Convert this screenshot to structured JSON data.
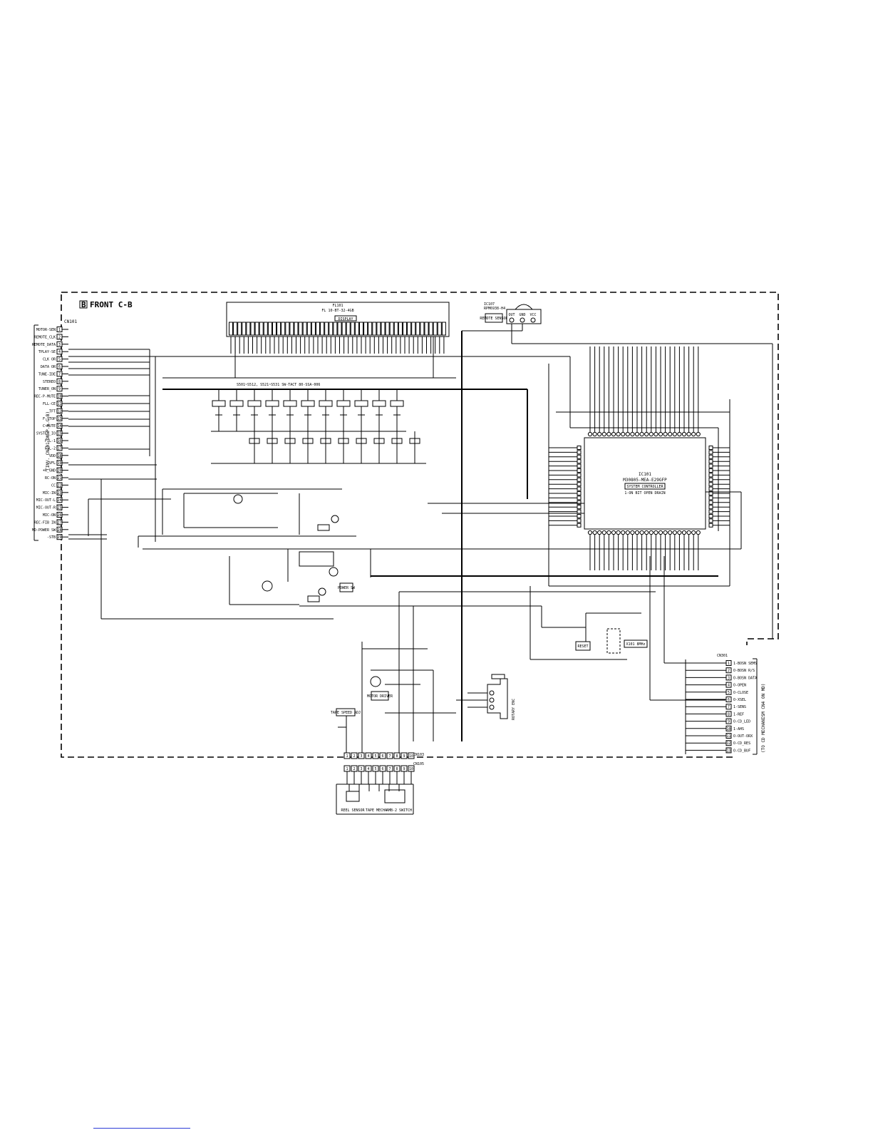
{
  "board": {
    "badge": "B",
    "title": "FRONT C-B",
    "border_color": "#000000",
    "link_color": "#2b3bd6"
  },
  "cn_left": {
    "ref": "CN101",
    "side_label": "(INV. CN101 ON P.S.C.B)",
    "pins": [
      "MOTOR-SEN",
      "REMOTE_CLK",
      "REMOTE_DATA",
      "TPLAY-SE",
      "CLK OR",
      "DATA OR",
      "TUNE-IDE",
      "STEREO",
      "TUNER_ON",
      "REC-P-MUTE",
      "FLL-CE",
      "TFT",
      "F-STOP",
      "C-MUTE",
      "SYSTEM_IO",
      "FIL-1",
      "FIL-2",
      "VDD",
      "-VFL",
      "+R_GND",
      "RC-ON",
      "CC",
      "MIC-IN",
      "MIC-OUT-L",
      "MIC-OUT-R",
      "MIC-ON",
      "REC-FIB IN",
      "MD-POWER SW",
      "-STB"
    ]
  },
  "fl_tube": {
    "ref": "FL101",
    "part": "FL 10-BT-32-4GB",
    "tag": "DISPLAY"
  },
  "remote": {
    "ref": "IC107",
    "part": "RPM6938-H4",
    "tag": "REMOTE SENSOR",
    "pins": [
      "OUT",
      "GND",
      "VCC"
    ]
  },
  "switch_bank": {
    "note": "S501~S512, S521~S531 SW-TACT 80-SSA-006"
  },
  "mcu": {
    "ref": "IC101",
    "part": "M30805-MEA-E29GFP",
    "tag": "SYSTEM CONTROLLER",
    "note": "1-ON BIT OPEN DRAIN"
  },
  "cn_right": {
    "ref": "CN301",
    "side_label": "(TO CD MECHANISM CN4 ON MD)",
    "pins": [
      "1-BOSN SEMS",
      "O-BOSN R/S",
      "O-BOSN DATA",
      "O-OPEN",
      "O-CLOSE",
      "O-XSEL",
      "1-SENS",
      "1-REF",
      "O-CD_LED",
      "1-AHS",
      "O-OUT-ORX",
      "O-CD_RES",
      "O-CD_BUF"
    ]
  },
  "cn_bottom": {
    "ref_top": "CN103",
    "ref_bottom": "CN105",
    "pins": [
      "1",
      "2",
      "3",
      "4",
      "5",
      "6",
      "7",
      "8",
      "9",
      "10"
    ]
  },
  "blocks": [
    {
      "key": "motor",
      "text": "MOTOR DRIVER"
    },
    {
      "key": "reset",
      "text": "RESET"
    },
    {
      "key": "power",
      "text": "POWER SW"
    },
    {
      "key": "speed",
      "text": "TAPE SPEED ADJ"
    },
    {
      "key": "rotary",
      "text": "ROTARY ENC"
    },
    {
      "key": "osc",
      "text": "X101 8MHz"
    }
  ],
  "bottom_parts": {
    "labels": [
      "REEL SENSOR",
      "TAPE MECHA",
      "AMB-2 SWITCH"
    ]
  }
}
